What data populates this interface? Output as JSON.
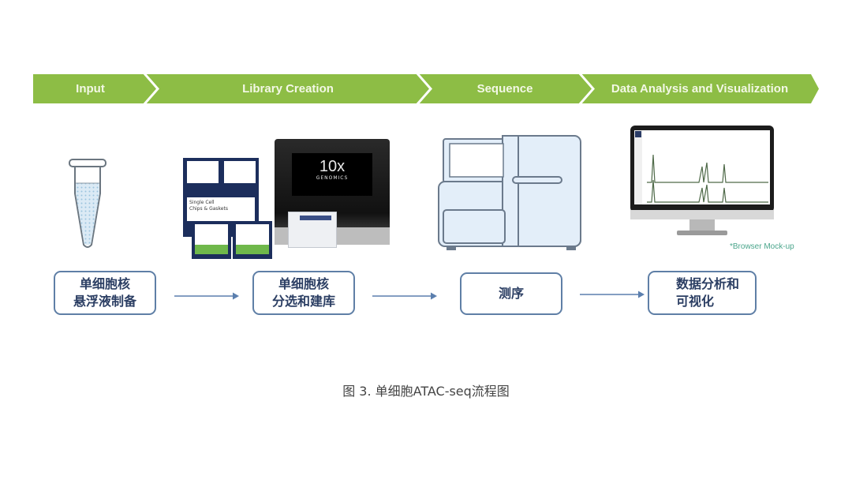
{
  "banner": {
    "color": "#8dbd45",
    "stages": [
      {
        "label": "Input"
      },
      {
        "label": "Library Creation"
      },
      {
        "label": "Sequence"
      },
      {
        "label": "Data Analysis and Visualization"
      }
    ]
  },
  "illustrations": {
    "tube": {
      "icon": "microcentrifuge-tube-icon"
    },
    "chromium": {
      "brand_line1": "10x",
      "brand_line2": "GENOMICS",
      "kit_line1": "Single Cell",
      "kit_line2": "Chips & Gaskets"
    },
    "sequencer": {
      "icon": "sequencer-icon"
    },
    "monitor": {
      "icon": "monitor-browser-icon",
      "note": "*Browser Mock-up"
    }
  },
  "steps": [
    {
      "line1": "单细胞核",
      "line2": "悬浮液制备"
    },
    {
      "line1": "单细胞核",
      "line2": "分选和建库"
    },
    {
      "line1": "测序",
      "line2": ""
    },
    {
      "line1": "数据分析和",
      "line2": "可视化"
    }
  ],
  "caption": "图 3. 单细胞ATAC-seq流程图"
}
